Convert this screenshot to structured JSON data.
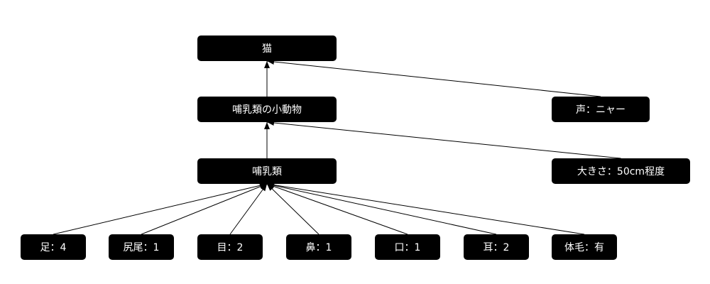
{
  "nodes": {
    "cat": "猫",
    "small_mammal": "哺乳類の小動物",
    "mammal": "哺乳類",
    "voice": "声：ニャー",
    "size": "大きさ：50cm程度",
    "legs": "足：4",
    "tail": "尻尾：1",
    "eyes": "目：2",
    "nose": "鼻：1",
    "mouth": "口：1",
    "ears": "耳：2",
    "fur": "体毛：有"
  },
  "edges": [
    {
      "from": "small_mammal",
      "to": "cat"
    },
    {
      "from": "mammal",
      "to": "small_mammal"
    },
    {
      "from": "voice",
      "to": "cat"
    },
    {
      "from": "size",
      "to": "small_mammal"
    },
    {
      "from": "legs",
      "to": "mammal"
    },
    {
      "from": "tail",
      "to": "mammal"
    },
    {
      "from": "eyes",
      "to": "mammal"
    },
    {
      "from": "nose",
      "to": "mammal"
    },
    {
      "from": "mouth",
      "to": "mammal"
    },
    {
      "from": "ears",
      "to": "mammal"
    },
    {
      "from": "fur",
      "to": "mammal"
    }
  ]
}
